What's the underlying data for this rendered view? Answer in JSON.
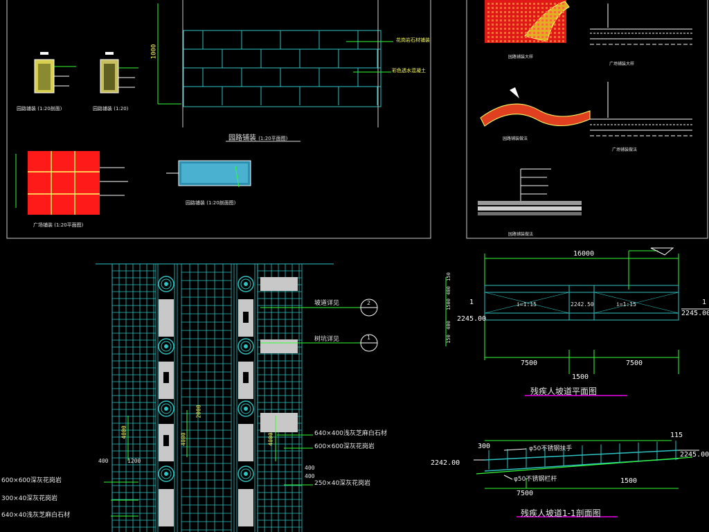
{
  "colors": {
    "background": "#000000",
    "frame": "#cfcfcf",
    "cyan": "#2ec4c4",
    "green": "#33ff33",
    "red": "#ff1a1a",
    "yellow": "#ffff66",
    "magenta": "#b000b0",
    "white": "#ffffff"
  },
  "top_left_panel": {
    "dim_vertical": "1000",
    "label_green_1": "花岗岩石材铺装",
    "label_green_2": "彩色透水混凝土",
    "caption_main": "园路铺装",
    "caption_main_note": "(1:20平面图)",
    "caption_detail_1": "园路铺装",
    "caption_detail_1_note": "(1:20剖面)",
    "caption_detail_2": "园路铺装",
    "caption_detail_2_note": "(1:20)",
    "caption_red": "广场铺装",
    "caption_red_note": "(1:20平面图)",
    "caption_blue": "园路铺装",
    "caption_blue_note": "(1:20剖面图)"
  },
  "top_right_panel": {
    "caption_1": "园路铺装大样",
    "caption_2": "广场铺装大样",
    "caption_3": "园路铺装做法",
    "caption_4": "广场铺装做法",
    "caption_5": "园路铺装做法"
  },
  "plan": {
    "callout_2_label": "坡道详见",
    "callout_2_number": "2",
    "callout_1_label": "树坑详见",
    "callout_1_number": "1",
    "dim_2000": "2000",
    "dim_4000_a": "4000",
    "dim_4000_b": "4000",
    "dim_4000_c": "4000",
    "dim_400_a": "400",
    "dim_400_b": "400",
    "dim_400_c": "400",
    "dim_1200": "1200",
    "spec_r1": "640×400浅灰芝麻白石材",
    "spec_r2": "600×600深灰花岗岩",
    "spec_r3": "250×40深灰花岗岩",
    "spec_l1": "600×600深灰花岗岩",
    "spec_l2": "300×40深灰花岗岩",
    "spec_l3": "640×40浅灰芝麻白石材"
  },
  "ramp_plan": {
    "dim_total": "16000",
    "dim_left": "7500",
    "dim_right": "7500",
    "dim_mid": "1500",
    "slope_left": "i=1:15",
    "slope_right": "i=1:15",
    "mid_value": "2242.50",
    "elev_right": "2245.00",
    "elev_left": "2245.00",
    "section_mark_left": "1",
    "section_mark_right": "1",
    "side_dims": [
      "150",
      "400",
      "1500",
      "400",
      "150"
    ],
    "title": "残疾人坡道平面图"
  },
  "ramp_section": {
    "dim_top_left": "300",
    "dim_top_right": "115",
    "elev_left": "2242.00",
    "elev_right": "2245.00",
    "rail_top": "φ50不锈钢扶手",
    "rail_bottom": "φ50不锈钢栏杆",
    "dim_bottom_left": "7500",
    "dim_bottom_right": "1500",
    "title": "残疾人坡道1-1剖面图"
  }
}
